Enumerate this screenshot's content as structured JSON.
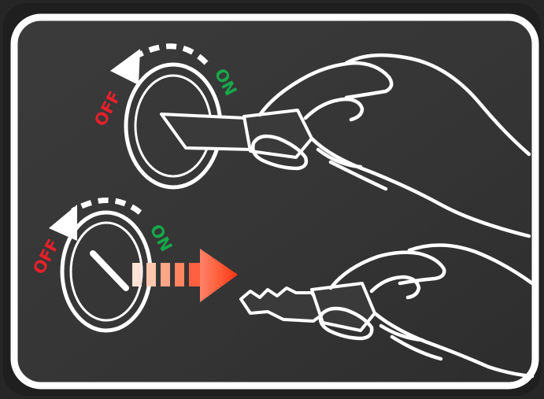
{
  "panel": {
    "background": "#3a3a3a",
    "frame_color": "#ffffff"
  },
  "step_on": {
    "off_label": "OFF",
    "on_label": "ON",
    "off_color": "#e8202a",
    "on_color": "#17a84a"
  },
  "step_remove": {
    "off_label": "OFF",
    "on_label": "ON",
    "off_color": "#e8202a",
    "on_color": "#17a84a",
    "arrow_color": "#ff3a1c"
  }
}
